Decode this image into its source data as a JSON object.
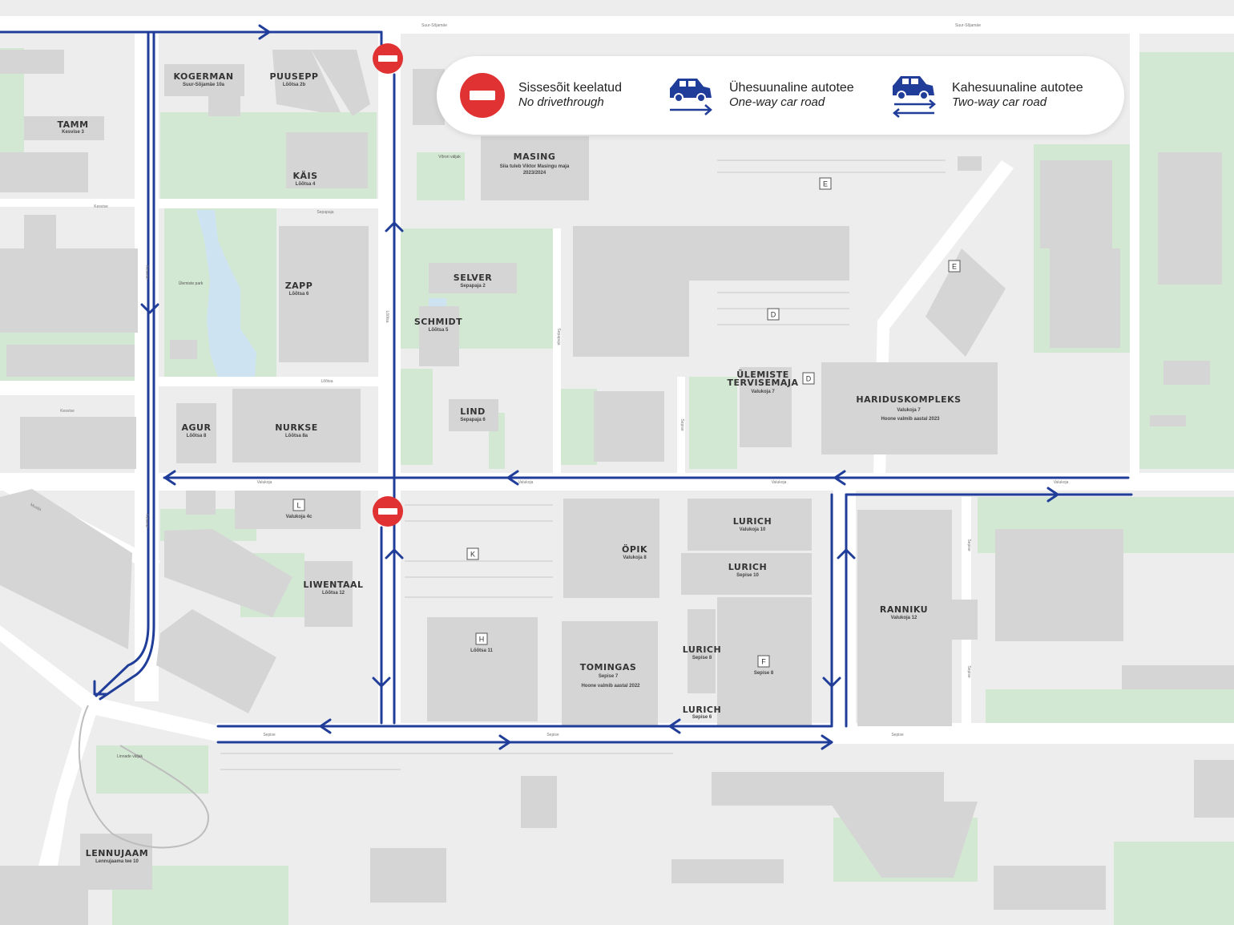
{
  "legend": {
    "no_entry": {
      "label_et": "Sissesõit keelatud",
      "label_en": "No drivethrough"
    },
    "one_way": {
      "label_et": "Ühesuunaline autotee",
      "label_en": "One-way car road"
    },
    "two_way": {
      "label_et": "Kahesuunaline autotee",
      "label_en": "Two-way car road"
    }
  },
  "colors": {
    "route": "#1f3d99",
    "no_entry": "#e03232",
    "green": "#cfe5cf",
    "building": "#d6d6d7",
    "road": "#ffffff",
    "water": "#cde3f2"
  },
  "buildings": [
    {
      "id": "kogerman",
      "name": "KOGERMAN",
      "address": "Suur-Sõjamäe 10a"
    },
    {
      "id": "puusepp",
      "name": "PUUSEPP",
      "address": "Lõõtsa 2b"
    },
    {
      "id": "tamm",
      "name": "TAMM",
      "address": "Kesvise 3"
    },
    {
      "id": "kais",
      "name": "KÄIS",
      "address": "Lõõtsa 4"
    },
    {
      "id": "masing",
      "name": "MASING",
      "address": "Siia tuleb Viktor Masingu maja",
      "note": "2023/2024"
    },
    {
      "id": "zapp",
      "name": "ZAPP",
      "address": "Lõõtsa 6"
    },
    {
      "id": "selver",
      "name": "SELVER",
      "address": "Sepapaja 2"
    },
    {
      "id": "schmidt",
      "name": "SCHMIDT",
      "address": "Lõõtsa 5"
    },
    {
      "id": "lind",
      "name": "LIND",
      "address": "Sepapaja 6"
    },
    {
      "id": "agur",
      "name": "AGUR",
      "address": "Lõõtsa 8"
    },
    {
      "id": "nurkse",
      "name": "NURKSE",
      "address": "Lõõtsa 8a"
    },
    {
      "id": "ylemiste",
      "name": "ÜLEMISTE",
      "name2": "TERVISEMAJA",
      "address": "Valukoja 7"
    },
    {
      "id": "hariduskompleks",
      "name": "HARIDUSKOMPLEKS",
      "address": "Valukoja 7",
      "note": "Hoone valmib aastal 2023"
    },
    {
      "id": "valukoja4c",
      "name": "",
      "address": "Valukoja 4c"
    },
    {
      "id": "liwentaal",
      "name": "LIWENTAAL",
      "address": "Lõõtsa 12"
    },
    {
      "id": "opik",
      "name": "ÖPIK",
      "address": "Valukoja 8"
    },
    {
      "id": "lurich1",
      "name": "LURICH",
      "address": "Valukoja 10"
    },
    {
      "id": "lurich2",
      "name": "LURICH",
      "address": "Sepise 10"
    },
    {
      "id": "lurich3",
      "name": "LURICH",
      "address": "Sepise 8"
    },
    {
      "id": "lurich4",
      "name": "LURICH",
      "address": "Sepise 6"
    },
    {
      "id": "tomingas",
      "name": "TOMINGAS",
      "address": "Sepise 7",
      "note": "Hoone valmib aastal 2022"
    },
    {
      "id": "lotsa11",
      "name": "",
      "address": "Lõõtsa 11"
    },
    {
      "id": "sepise8",
      "name": "",
      "address": "Sepise 8"
    },
    {
      "id": "ranniku",
      "name": "RANNIKU",
      "address": "Valukoja 12"
    },
    {
      "id": "lennujaam",
      "name": "LENNUJAAM",
      "address": "Lennujaama tee 10"
    }
  ],
  "parking": [
    "E",
    "E",
    "D",
    "D",
    "L",
    "K",
    "H",
    "F"
  ],
  "streets": {
    "suur_sojamae": "Suur-Sõjamäe",
    "kesvise": "Kesvise",
    "sepapaja": "Sepapaja",
    "lootsa": "Lõõtsa",
    "valukoja": "Valukoja",
    "sepise": "Sepise",
    "mustla": "Mustla"
  },
  "places": {
    "ulemiste_park": "Ülemiste park",
    "vorori": "Võrori väljak",
    "linnade": "Linnade väljak"
  }
}
